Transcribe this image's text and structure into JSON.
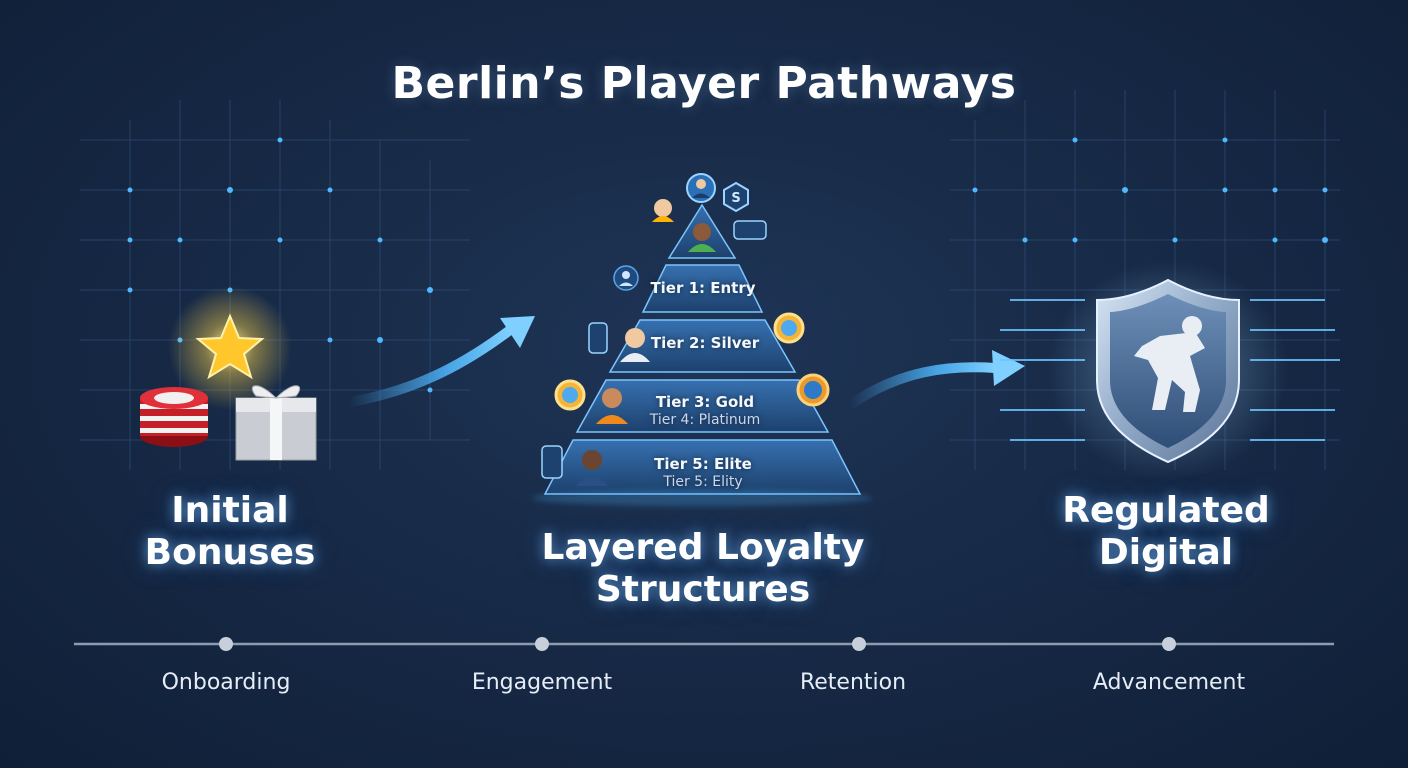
{
  "header": {
    "title": "Berlin’s Player Pathways"
  },
  "columns": {
    "left": {
      "line1": "Initial",
      "line2": "Bonuses"
    },
    "center": {
      "line1": "Layered Loyalty",
      "line2": "Structures"
    },
    "right": {
      "line1": "Regulated",
      "line2": "Digital"
    }
  },
  "pyramid": {
    "tiers": [
      {
        "label": "Tier 1: Entry",
        "sub": ""
      },
      {
        "label": "Tier 2: Silver",
        "sub": ""
      },
      {
        "label": "Tier 3: Gold",
        "sub": "Tier 4: Platinum"
      },
      {
        "label": "Tier 5: Elite",
        "sub": "Tier 5: Elity"
      }
    ],
    "badge_letter": "S"
  },
  "timeline": {
    "stages": [
      "Onboarding",
      "Engagement",
      "Retention",
      "Advancement"
    ]
  },
  "colors": {
    "accent": "#4fb8ff",
    "background": "#172a47",
    "pyramid": "#2a5d96"
  },
  "icons": [
    "star-icon",
    "casino-chips-icon",
    "gift-box-icon",
    "user-avatar-icon",
    "berlin-bear-icon",
    "shield-icon",
    "badge-icon",
    "arrow-right-icon"
  ]
}
